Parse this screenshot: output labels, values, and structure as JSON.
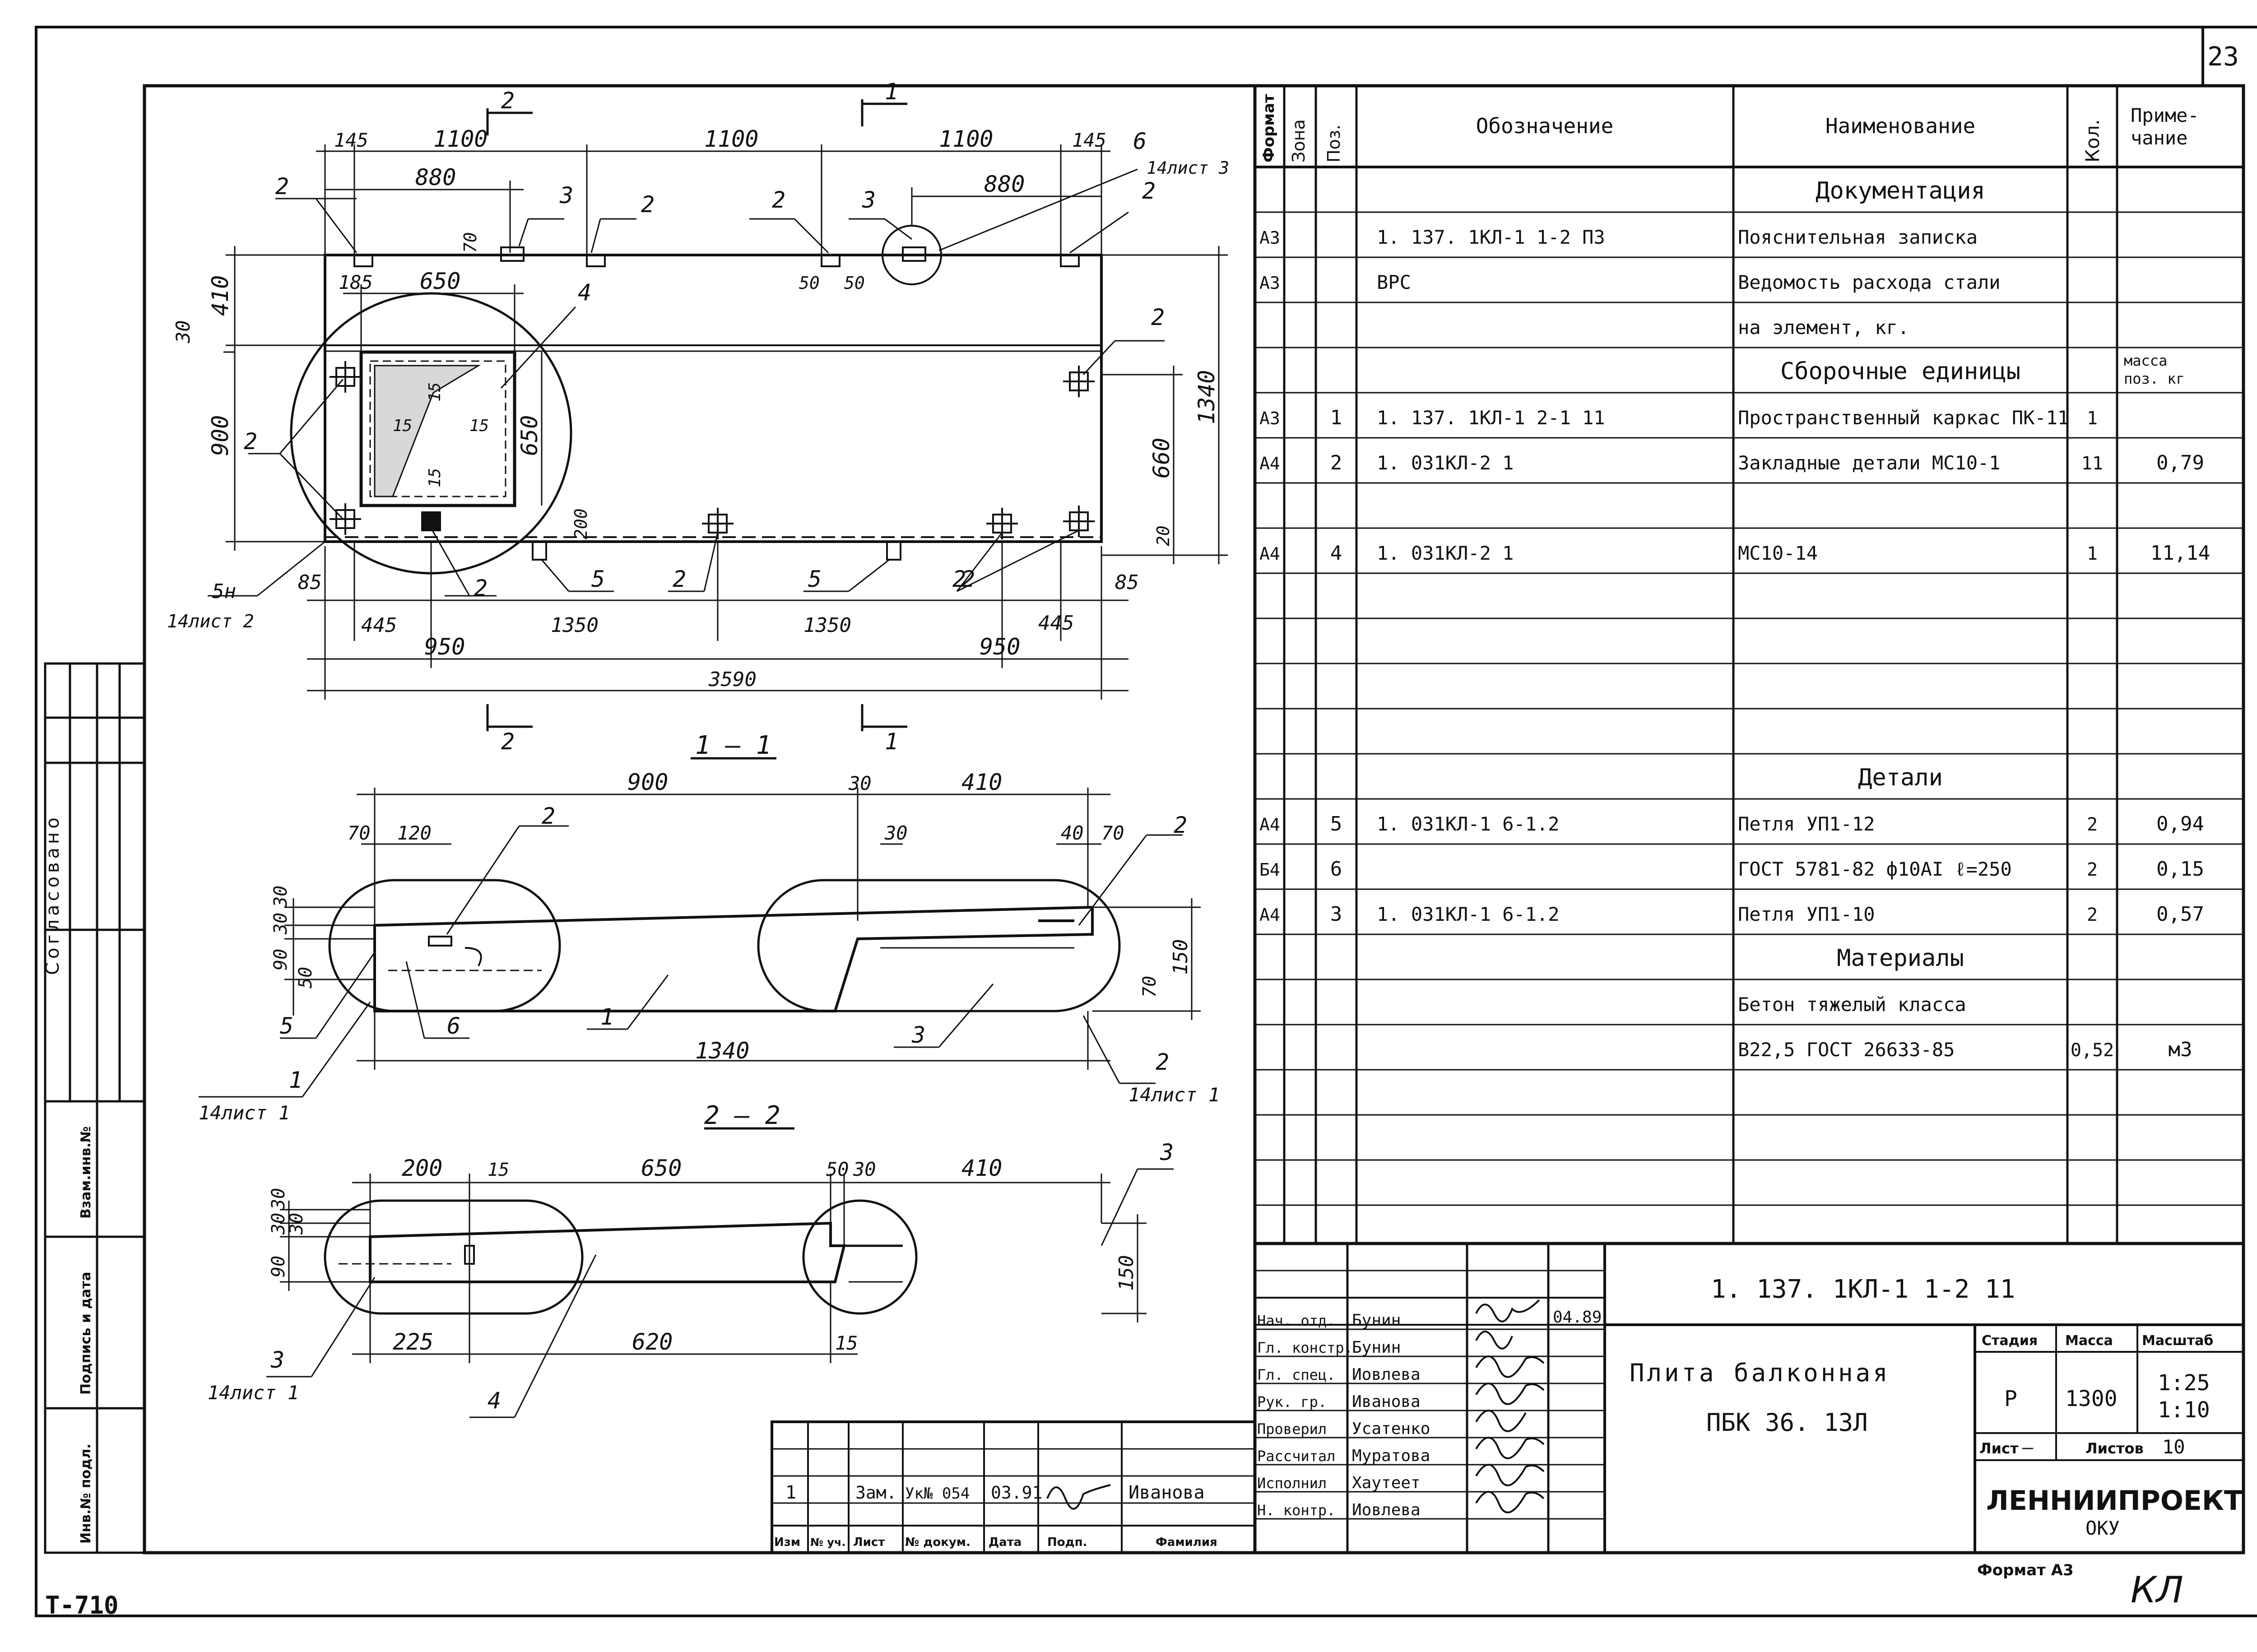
{
  "sheet_number": "23",
  "inventory_code": "Т-710",
  "format_label": "Формат А3",
  "initials_mark": "КЛ",
  "side_stamp": {
    "agreed": "Согласовано",
    "cells": [
      "Взам.инв.№",
      "Подпись и дата",
      "Инв.№ подл."
    ]
  },
  "plan": {
    "section_marks": [
      "2",
      "1",
      "2",
      "1"
    ],
    "top_dims": [
      "145",
      "1100",
      "1100",
      "1100",
      "145"
    ],
    "inner_dims": [
      "880",
      "880"
    ],
    "opening_dims": [
      "185",
      "650",
      "650",
      "900",
      "410",
      "30",
      "1340",
      "660",
      "200",
      "20",
      "70",
      "50",
      "50"
    ],
    "inner_small": [
      "15",
      "15",
      "15",
      "15"
    ],
    "bottom_dims": [
      "85",
      "445",
      "1350",
      "1350",
      "445",
      "85",
      "950",
      "950",
      "3590"
    ],
    "callouts": [
      "2",
      "3",
      "2",
      "2",
      "3",
      "2",
      "2",
      "2",
      "2",
      "2",
      "2",
      "4",
      "5",
      "2",
      "5",
      "2",
      "6"
    ],
    "sheet_refs": [
      "14лист 3",
      "5н",
      "14лист 2"
    ]
  },
  "section_1": {
    "title": "1 — 1",
    "dims": [
      "900",
      "30",
      "410",
      "70",
      "120",
      "30",
      "40",
      "70",
      "30",
      "30",
      "30",
      "90",
      "50",
      "150",
      "70",
      "1340"
    ],
    "callouts": [
      "2",
      "2",
      "5",
      "6",
      "1",
      "3",
      "1",
      "2"
    ],
    "sheet_refs": [
      "14лист 1",
      "14лист 1"
    ]
  },
  "section_2": {
    "title": "2 — 2",
    "dims": [
      "200",
      "650",
      "50",
      "30",
      "410",
      "15",
      "30",
      "30",
      "30",
      "90",
      "150",
      "225",
      "620",
      "15"
    ],
    "callouts": [
      "3",
      "3",
      "4"
    ],
    "sheet_refs": [
      "14лист 1"
    ]
  },
  "spec_table": {
    "headers": [
      "Формат",
      "Зона",
      "Поз.",
      "Обозначение",
      "Наименование",
      "Кол.",
      "Приме-чание"
    ],
    "rows": [
      {
        "fmt": "",
        "zone": "",
        "pos": "",
        "desig": "",
        "name": "Документация",
        "qty": "",
        "note": "",
        "heading": true
      },
      {
        "fmt": "А3",
        "zone": "",
        "pos": "",
        "desig": "1. 137. 1КЛ-1  1-2    ПЗ",
        "name": "Пояснительная записка",
        "qty": "",
        "note": ""
      },
      {
        "fmt": "А3",
        "zone": "",
        "pos": "",
        "desig": "ВРС",
        "name": "Ведомость расхода стали",
        "qty": "",
        "note": ""
      },
      {
        "fmt": "",
        "zone": "",
        "pos": "",
        "desig": "",
        "name": "на элемент, кг.",
        "qty": "",
        "note": ""
      },
      {
        "fmt": "",
        "zone": "",
        "pos": "",
        "desig": "",
        "name": "Сборочные единицы",
        "qty": "",
        "note": "масса поз. кг",
        "heading": true
      },
      {
        "fmt": "А3",
        "zone": "",
        "pos": "1",
        "desig": "1. 137. 1КЛ-1  2-1    11",
        "name": "Пространственный каркас ПК-11",
        "qty": "1",
        "note": ""
      },
      {
        "fmt": "А4",
        "zone": "",
        "pos": "2",
        "desig": "1. 031КЛ-2    1",
        "name": "Закладные детали МС10-1",
        "qty": "11",
        "note": "0,79"
      },
      {
        "fmt": "",
        "zone": "",
        "pos": "",
        "desig": "",
        "name": "",
        "qty": "",
        "note": ""
      },
      {
        "fmt": "А4",
        "zone": "",
        "pos": "4",
        "desig": "1. 031КЛ-2    1",
        "name": "МС10-14",
        "qty": "1",
        "note": "11,14"
      },
      {
        "fmt": "",
        "zone": "",
        "pos": "",
        "desig": "",
        "name": "",
        "qty": "",
        "note": ""
      },
      {
        "fmt": "",
        "zone": "",
        "pos": "",
        "desig": "",
        "name": "",
        "qty": "",
        "note": ""
      },
      {
        "fmt": "",
        "zone": "",
        "pos": "",
        "desig": "",
        "name": "",
        "qty": "",
        "note": ""
      },
      {
        "fmt": "",
        "zone": "",
        "pos": "",
        "desig": "",
        "name": "",
        "qty": "",
        "note": ""
      },
      {
        "fmt": "",
        "zone": "",
        "pos": "",
        "desig": "",
        "name": "Детали",
        "qty": "",
        "note": "",
        "heading": true
      },
      {
        "fmt": "А4",
        "zone": "",
        "pos": "5",
        "desig": "1. 031КЛ-1    6-1.2",
        "name": "Петля        УП1-12",
        "qty": "2",
        "note": "0,94"
      },
      {
        "fmt": "Б4",
        "zone": "",
        "pos": "6",
        "desig": "",
        "name": "ГОСТ 5781-82  ф10АI ℓ=250",
        "qty": "2",
        "note": "0,15"
      },
      {
        "fmt": "А4",
        "zone": "",
        "pos": "3",
        "desig": "1. 031КЛ-1    6-1.2",
        "name": "Петля        УП1-10",
        "qty": "2",
        "note": "0,57"
      },
      {
        "fmt": "",
        "zone": "",
        "pos": "",
        "desig": "",
        "name": "Материалы",
        "qty": "",
        "note": "",
        "heading": true
      },
      {
        "fmt": "",
        "zone": "",
        "pos": "",
        "desig": "",
        "name": "Бетон тяжелый класса",
        "qty": "",
        "note": ""
      },
      {
        "fmt": "",
        "zone": "",
        "pos": "",
        "desig": "",
        "name": "В22,5  ГОСТ 26633-85",
        "qty": "0,52",
        "note": "м3"
      },
      {
        "fmt": "",
        "zone": "",
        "pos": "",
        "desig": "",
        "name": "",
        "qty": "",
        "note": ""
      },
      {
        "fmt": "",
        "zone": "",
        "pos": "",
        "desig": "",
        "name": "",
        "qty": "",
        "note": ""
      },
      {
        "fmt": "",
        "zone": "",
        "pos": "",
        "desig": "",
        "name": "",
        "qty": "",
        "note": ""
      },
      {
        "fmt": "",
        "zone": "",
        "pos": "",
        "desig": "",
        "name": "",
        "qty": "",
        "note": ""
      },
      {
        "fmt": "",
        "zone": "",
        "pos": "",
        "desig": "",
        "name": "",
        "qty": "",
        "note": ""
      }
    ]
  },
  "title_block": {
    "code": "1. 137. 1КЛ-1      1-2       11",
    "title_line1": "Плита балконная",
    "title_line2": "ПБК 36. 13Л",
    "stage_label": "Стадия",
    "mass_label": "Масса",
    "scale_label": "Масштаб",
    "stage": "Р",
    "mass": "1300",
    "scale1": "1:25",
    "scale2": "1:10",
    "sheet_label": "Лист",
    "sheet_value": "–",
    "sheets_label": "Листов",
    "sheets_value": "10",
    "org": "ЛЕННИИПРОЕКТ",
    "dept": "ОКУ",
    "date": "04.89",
    "staff": [
      {
        "role": "Нач. отд.",
        "name": "Бунин"
      },
      {
        "role": "Гл. констр.",
        "name": "Бунин"
      },
      {
        "role": "Гл. спец.",
        "name": "Иовлева"
      },
      {
        "role": "Рук. гр.",
        "name": "Иванова"
      },
      {
        "role": "Проверил",
        "name": "Усатенко"
      },
      {
        "role": "Рассчитал",
        "name": "Муратова"
      },
      {
        "role": "Исполнил",
        "name": "Хаутеет"
      },
      {
        "role": "Н. контр.",
        "name": "Иовлева"
      }
    ],
    "change_row": {
      "n": "1",
      "change": "Зам.",
      "doc": "Ук№ 054",
      "date": "03.91",
      "name": "Иванова"
    },
    "change_headers": [
      "Изм",
      "№ уч.",
      "Лист",
      "№ докум.",
      "Дата",
      "Подп.",
      "Фамилия"
    ]
  }
}
